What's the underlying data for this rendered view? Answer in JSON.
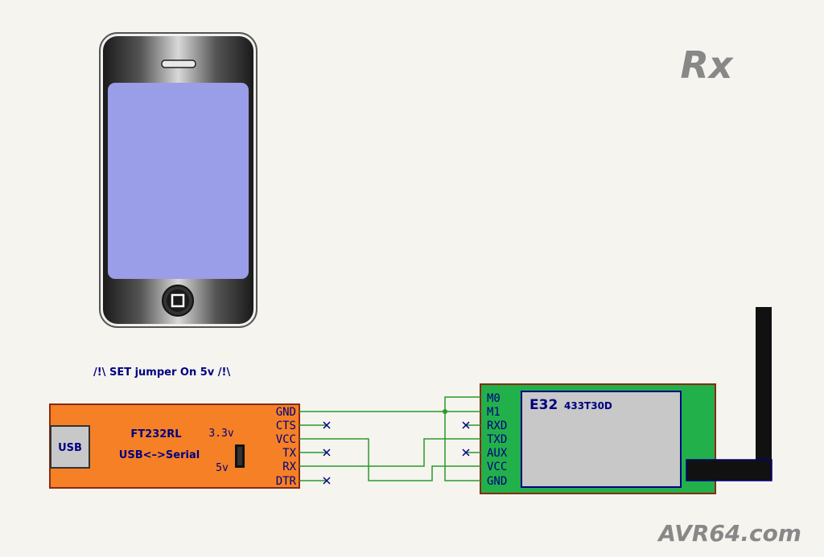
{
  "header": {
    "title": "Rx"
  },
  "footer": {
    "brand": "AVR64.com"
  },
  "warning": {
    "text": "/!\\ SET jumper On 5v  /!\\"
  },
  "ft232": {
    "name": "FT232RL",
    "subtitle": "USB<–>Serial",
    "usb_label": "USB",
    "jumper_3v3": "3.3v",
    "jumper_5v": "5v",
    "pins": [
      "GND",
      "CTS",
      "VCC",
      "TX",
      "RX",
      "DTR"
    ]
  },
  "e32": {
    "name": "E32",
    "model": "433T30D",
    "pins": [
      "M0",
      "M1",
      "RXD",
      "TXD",
      "AUX",
      "VCC",
      "GND"
    ]
  },
  "colors": {
    "ft232_fill": "#f58025",
    "e32_fill": "#22b04b",
    "screen_fill": "#9a9de8",
    "wire": "#2a9a2a",
    "pin_text": "#000080",
    "title": "#888888",
    "antenna": "#111111"
  }
}
